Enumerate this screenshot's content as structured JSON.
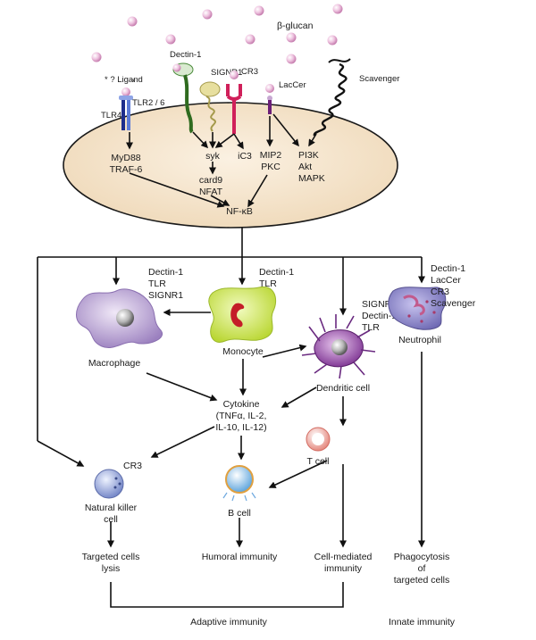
{
  "ligand": {
    "beta_glucan": "β-glucan",
    "unknown_ligand": "* ? Ligand"
  },
  "receptors": {
    "tlr4": "TLR4",
    "tlr2_6": "TLR2 / 6",
    "dectin1": "Dectin-1",
    "signr1": "SIGNR1",
    "cr3": "CR3",
    "laccer": "LacCer",
    "scavenger": "Scavenger"
  },
  "cell_signaling": {
    "myd88": "MyD88",
    "traf6": "TRAF-6",
    "syk": "syk",
    "card9": "card9",
    "nfat": "NFAT",
    "ic3": "iC3",
    "mip2": "MIP2",
    "pkc": "PKC",
    "pi3k": "PI3K",
    "akt": "Akt",
    "mapk": "MAPK",
    "nfkb": "NF-κB"
  },
  "immune_cells": {
    "macrophage": {
      "name": "Macrophage",
      "receptors": [
        "Dectin-1",
        "TLR",
        "SIGNR1"
      ]
    },
    "monocyte": {
      "name": "Monocyte",
      "receptors": [
        "Dectin-1",
        "TLR"
      ]
    },
    "dendritic": {
      "name": "Dendritic cell",
      "receptors": [
        "SIGNR1",
        "Dectin-1",
        "TLR"
      ]
    },
    "neutrophil": {
      "name": "Neutrophil",
      "receptors": [
        "Dectin-1",
        "LacCer",
        "CR3",
        "Scavenger"
      ]
    },
    "nk": {
      "name_line1": "Natural killer",
      "name_line2": "cell",
      "receptor": "CR3"
    },
    "bcell": {
      "name": "B cell"
    },
    "tcell": {
      "name": "T cell"
    }
  },
  "cytokine": {
    "line1": "Cytokine",
    "line2": "(TNFα, IL-2,",
    "line3": "IL-10, IL-12)"
  },
  "outcomes": {
    "lysis_line1": "Targeted cells",
    "lysis_line2": "lysis",
    "humoral": "Humoral immunity",
    "cellmed_line1": "Cell-mediated",
    "cellmed_line2": "immunity",
    "phago_line1": "Phagocytosis",
    "phago_line2": "of",
    "phago_line3": "targeted cells"
  },
  "groups": {
    "adaptive": "Adaptive immunity",
    "innate": "Innate immunity"
  },
  "colors": {
    "cell_fill": "#f4e4cc",
    "tlr4": "#1d2d8c",
    "tlr2": "#5b7ad6",
    "dectin_stalk": "#2f6b1f",
    "cr3": "#d0205a",
    "laccer": "#6b1f78",
    "glucan": "#e7b4d6"
  }
}
